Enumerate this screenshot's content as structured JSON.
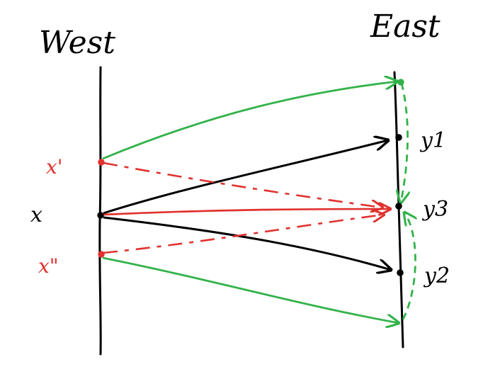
{
  "labels": {
    "west": "West",
    "east": "East",
    "x": "x",
    "x_prime": "x'",
    "x_double_prime": "x\"",
    "y1": "y1",
    "y2": "y2",
    "y3": "y3"
  },
  "colors": {
    "black": "#000000",
    "red": "#e0322f",
    "green": "#33b24a"
  }
}
